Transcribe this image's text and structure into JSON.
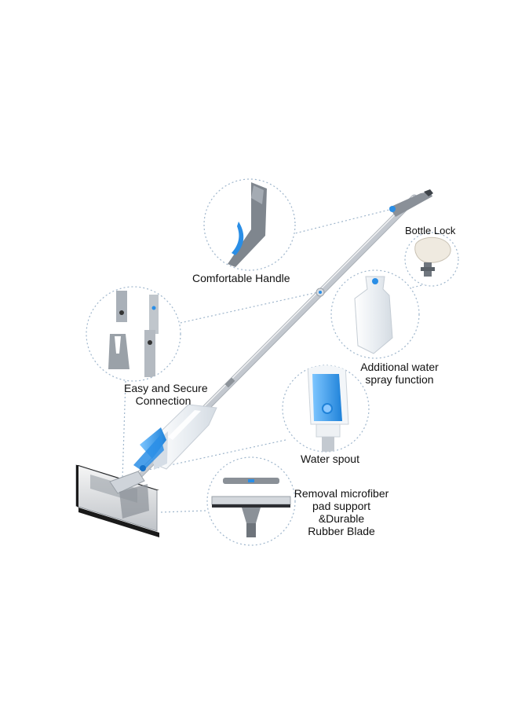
{
  "labels": {
    "comfortable_handle": "Comfortable Handle",
    "bottle_lock": "Bottle Lock",
    "easy_connection": [
      "Easy and Secure",
      "Connection"
    ],
    "water_spray": [
      "Additional water",
      "spray function"
    ],
    "water_spout": "Water spout",
    "pad_support": [
      "Removal microfiber",
      "pad support",
      "&Durable",
      "Rubber Blade"
    ]
  },
  "colors": {
    "accent_blue": "#2a8ee6",
    "pole_gray": "#c9cdd2",
    "bottle_white": "#eef1f4",
    "blade_black": "#1a1a1a",
    "dotted_line": "#9fb6cc"
  }
}
